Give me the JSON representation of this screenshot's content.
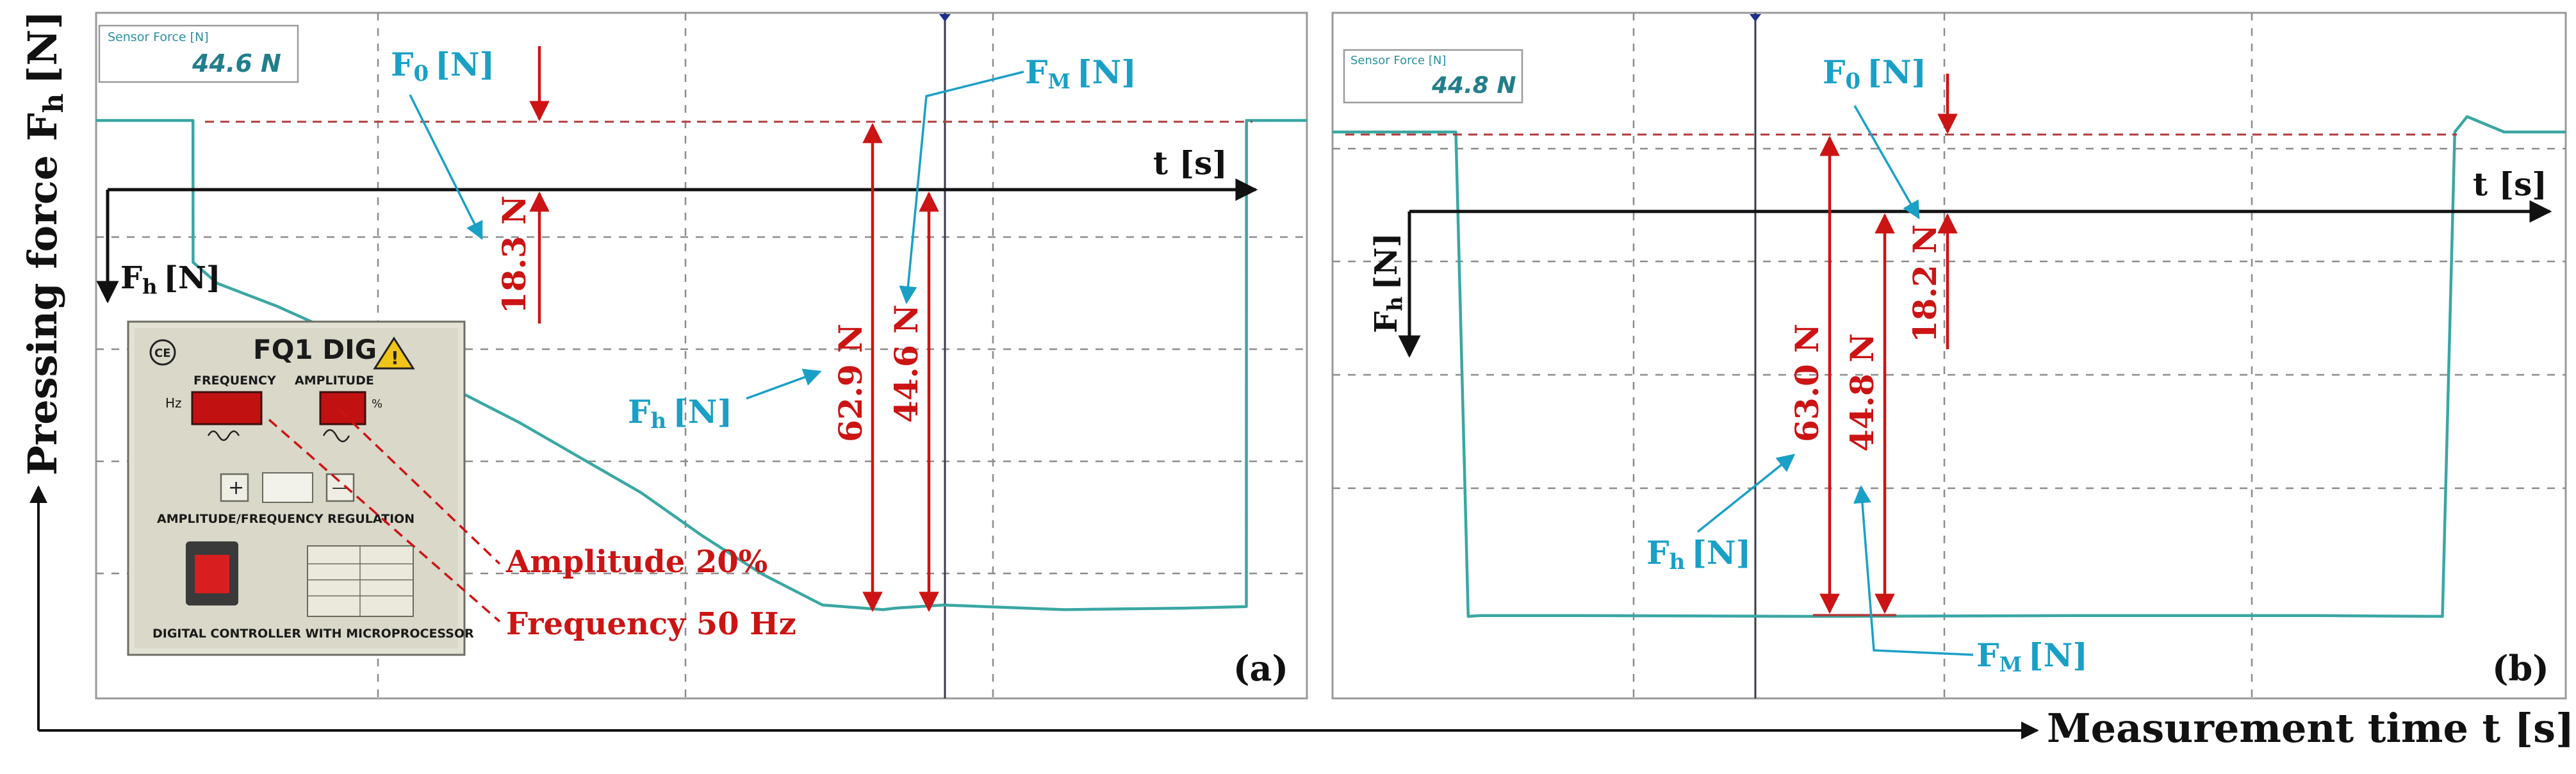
{
  "figure": {
    "y_axis_label": "Pressing force F",
    "y_axis_label_sub": "h",
    "y_axis_label_unit": "[N]",
    "x_axis_label": "Measurement time t [s]"
  },
  "colors": {
    "signal": "#3aa7a3",
    "red": "#cc1414",
    "cyan_label": "#1aa0c6",
    "grid": "#8c8c8c",
    "black": "#111111"
  },
  "chart_data": [
    {
      "type": "line",
      "panel_label": "(a)",
      "display_label": "Sensor Force [N]",
      "display_value": "44.6 N",
      "axis_t_label": "t [s]",
      "axis_f_label": "F",
      "axis_f_sub": "h",
      "axis_f_unit": "[N]",
      "label_f0": "F",
      "label_f0_sub": "0",
      "label_f0_unit": "[N]",
      "label_fm": "F",
      "label_fm_sub": "M",
      "label_fm_unit": "[N]",
      "label_fh": "F",
      "label_fh_sub": "h",
      "label_fh_unit": "[N]",
      "measurements": [
        {
          "name": "F0",
          "label": "18.3 N",
          "value": 18.3
        },
        {
          "name": "Fh",
          "label": "62.9 N",
          "value": 62.9
        },
        {
          "name": "FM",
          "label": "44.6 N",
          "value": 44.6
        }
      ],
      "annotations": [
        "Amplitude 20%",
        "Frequency 50 Hz"
      ],
      "inset": {
        "title": "FQ1 DIG",
        "frequency": "FREQUENCY",
        "amplitude": "AMPLITUDE",
        "hz": "Hz",
        "pct": "%",
        "plus": "+",
        "minus": "—",
        "regulation": "AMPLITUDE/FREQUENCY REGULATION",
        "footer": "DIGITAL CONTROLLER WITH MICROPROCESSOR",
        "ce": "CE"
      },
      "x": [
        0.0,
        0.08,
        0.0801,
        0.1,
        0.15,
        0.2,
        0.25,
        0.3,
        0.35,
        0.4,
        0.45,
        0.5,
        0.55,
        0.6,
        0.65,
        0.66,
        0.7,
        0.75,
        0.8,
        0.85,
        0.9,
        0.95,
        0.9501,
        0.97,
        1.0
      ],
      "y": [
        0.0,
        0.0,
        18.3,
        21.0,
        24.0,
        27.5,
        31.0,
        35.0,
        39.0,
        43.5,
        48.0,
        53.5,
        58.5,
        62.5,
        63.1,
        62.9,
        62.5,
        62.8,
        63.1,
        63.0,
        62.9,
        62.7,
        0.0,
        0.0,
        0.0
      ]
    },
    {
      "type": "line",
      "panel_label": "(b)",
      "display_label": "Sensor Force [N]",
      "display_value": "44.8 N",
      "axis_t_label": "t [s]",
      "axis_f_label": "F",
      "axis_f_sub": "h",
      "axis_f_unit": "[N]",
      "label_f0": "F",
      "label_f0_sub": "0",
      "label_f0_unit": "[N]",
      "label_fm": "F",
      "label_fm_sub": "M",
      "label_fm_unit": "[N]",
      "label_fh": "F",
      "label_fh_sub": "h",
      "label_fh_unit": "[N]",
      "measurements": [
        {
          "name": "F0",
          "label": "18.2 N",
          "value": 18.2
        },
        {
          "name": "Fh",
          "label": "63.0 N",
          "value": 63.0
        },
        {
          "name": "FM",
          "label": "44.8 N",
          "value": 44.8
        }
      ],
      "x": [
        0.0,
        0.1,
        0.11,
        0.12,
        0.2,
        0.4,
        0.6,
        0.8,
        0.9,
        0.91,
        0.92,
        0.95,
        1.0
      ],
      "y": [
        0.0,
        0.0,
        63.0,
        62.9,
        62.9,
        63.0,
        62.9,
        62.9,
        63.0,
        0.0,
        -2.0,
        0.0,
        0.0
      ]
    }
  ]
}
